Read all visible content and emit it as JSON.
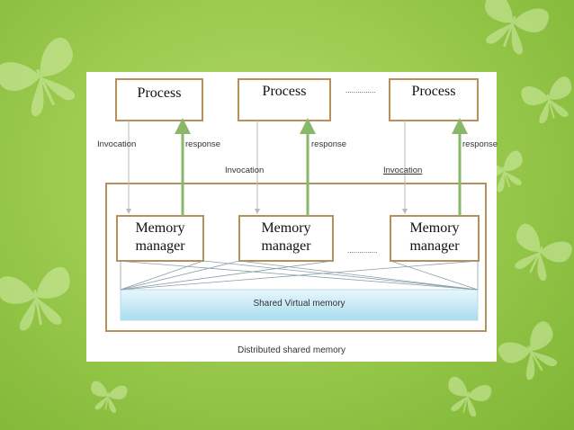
{
  "diagram": {
    "process_label": "Process",
    "memory_manager_label_line1": "Memory",
    "memory_manager_label_line2": "manager",
    "dots": "...............",
    "invocation_label": "Invocation",
    "response_label": "response",
    "shared_memory_label": "Shared Virtual memory",
    "caption": "Distributed shared memory"
  },
  "colors": {
    "box_border": "#b5905b",
    "response_arrow": "#8ab86a",
    "invocation_arrow": "#b9b9b9",
    "shared_memory_top": "#e8f7fc",
    "shared_memory_bottom": "#a9dcef",
    "background": "#9bcb4f"
  }
}
